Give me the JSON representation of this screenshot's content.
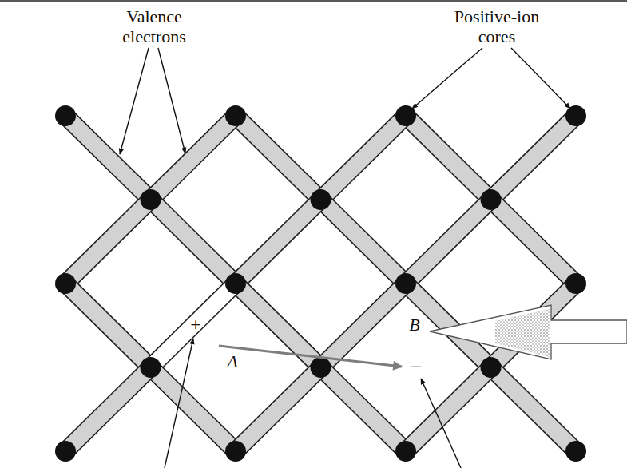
{
  "diagram": {
    "labels": [
      "Valence electrons",
      "Positive-ion cores",
      "+",
      "A",
      "B",
      "−"
    ]
  }
}
